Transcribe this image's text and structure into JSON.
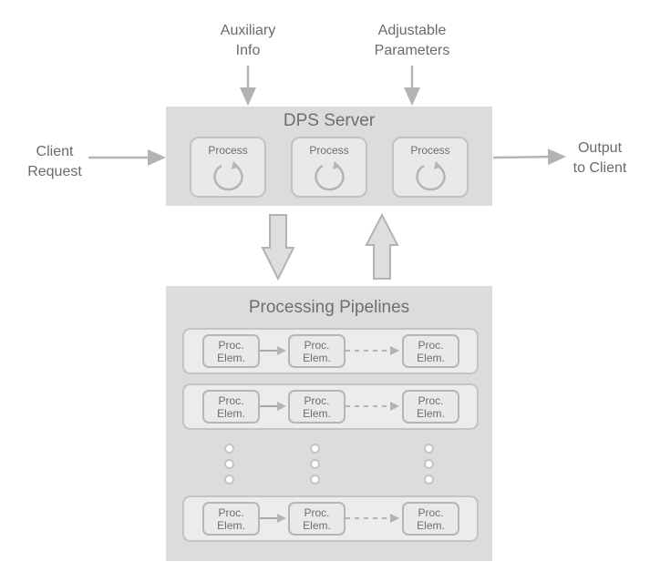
{
  "inputs": {
    "auxiliary_line1": "Auxiliary",
    "auxiliary_line2": "Info",
    "adjustable_line1": "Adjustable",
    "adjustable_line2": "Parameters",
    "client_request_line1": "Client",
    "client_request_line2": "Request"
  },
  "output": {
    "line1": "Output",
    "line2": "to Client"
  },
  "server": {
    "title": "DPS Server",
    "processes": [
      "Process",
      "Process",
      "Process"
    ]
  },
  "pipelines": {
    "title": "Processing Pipelines",
    "element_line1": "Proc.",
    "element_line2": "Elem."
  },
  "colors": {
    "box_fill": "#dcdcdc",
    "arrow": "#b3b3b3",
    "text": "#666666"
  },
  "icons": {
    "process": "cycle-icon",
    "flow": "arrow-icon"
  }
}
